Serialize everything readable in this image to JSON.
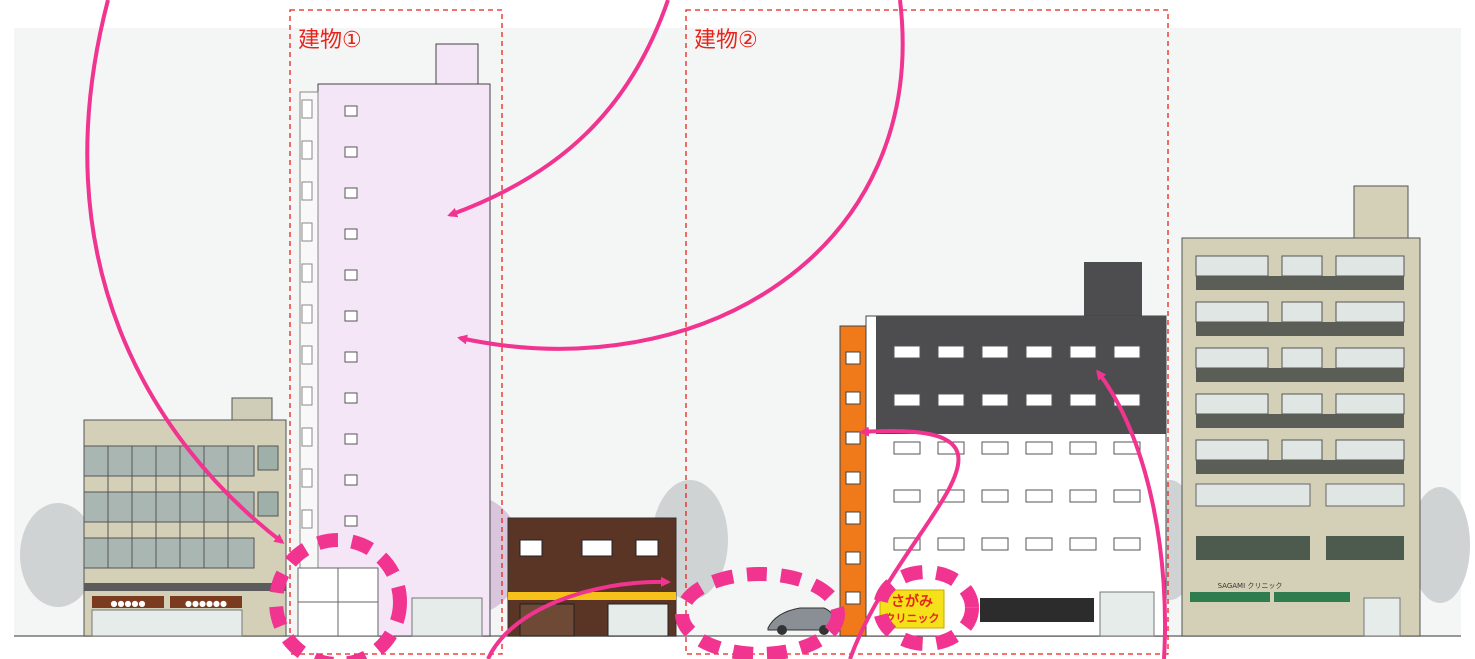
{
  "labels": {
    "building_1": "建物①",
    "building_2": "建物②"
  },
  "signs": {
    "clinic_line1": "さがみ",
    "clinic_line2": "クリニック",
    "shop_left_a": "●●●●●",
    "shop_left_b": "●●●●●●",
    "shop_right": "SAGAMI クリニック"
  },
  "colors": {
    "arrow": "#f0348f",
    "dashed_frame": "#e8231b",
    "building_1_facade": "#f5e6f7",
    "orange_stair": "#f07a1a",
    "dark_band": "#4d4d4f",
    "brown_house": "#5a3424",
    "clinic_sign": "#f5e11a",
    "clinic_text": "#e8231b"
  }
}
